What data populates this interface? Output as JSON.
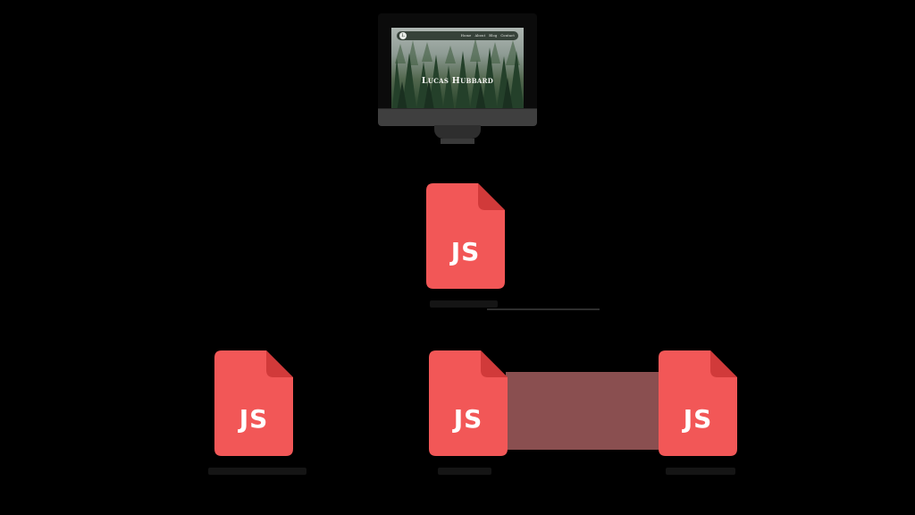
{
  "monitor": {
    "site": {
      "logo_letter": "L",
      "nav_links": [
        "Home",
        "About",
        "Blog",
        "Contact"
      ],
      "title": "Lucas Hubbard"
    }
  },
  "files": [
    {
      "id": "top",
      "label": "JS"
    },
    {
      "id": "left",
      "label": "JS"
    },
    {
      "id": "middle",
      "label": "JS"
    },
    {
      "id": "right",
      "label": "JS"
    }
  ],
  "colors": {
    "background": "#000000",
    "file_body": "#f25757",
    "file_fold": "#d13a3a",
    "connector_band": "#8a4f50"
  }
}
